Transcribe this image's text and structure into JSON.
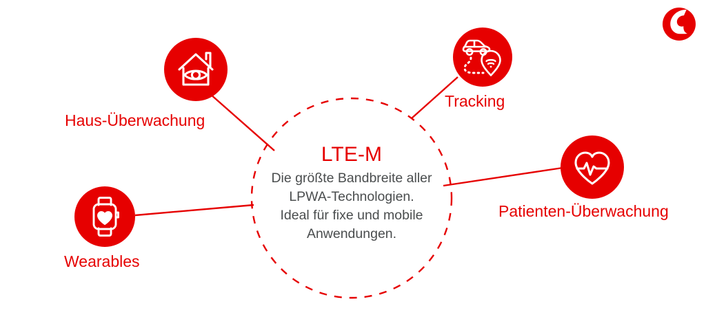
{
  "brand": {
    "logo_name": "vodafone-speechmark-logo",
    "accent_color": "#e60000",
    "text_gray": "#4a4d4e",
    "background": "#ffffff"
  },
  "hub": {
    "title": "LTE-M",
    "description_lines": [
      "Die größte Bandbreite aller",
      "LPWA-Technologien.",
      "Ideal für fixe und mobile",
      "Anwendungen."
    ],
    "description": "Die größte Bandbreite aller LPWA-Technologien. Ideal für fixe und mobile Anwendungen."
  },
  "nodes": [
    {
      "id": "haus-ueberwachung",
      "label": "Haus-Überwachung",
      "icon": "house-eye-icon"
    },
    {
      "id": "tracking",
      "label": "Tracking",
      "icon": "car-route-location-pin-icon"
    },
    {
      "id": "patienten-ueberwachung",
      "label": "Patienten-Überwachung",
      "icon": "heart-pulse-icon"
    },
    {
      "id": "wearables",
      "label": "Wearables",
      "icon": "smartwatch-heart-icon"
    }
  ]
}
